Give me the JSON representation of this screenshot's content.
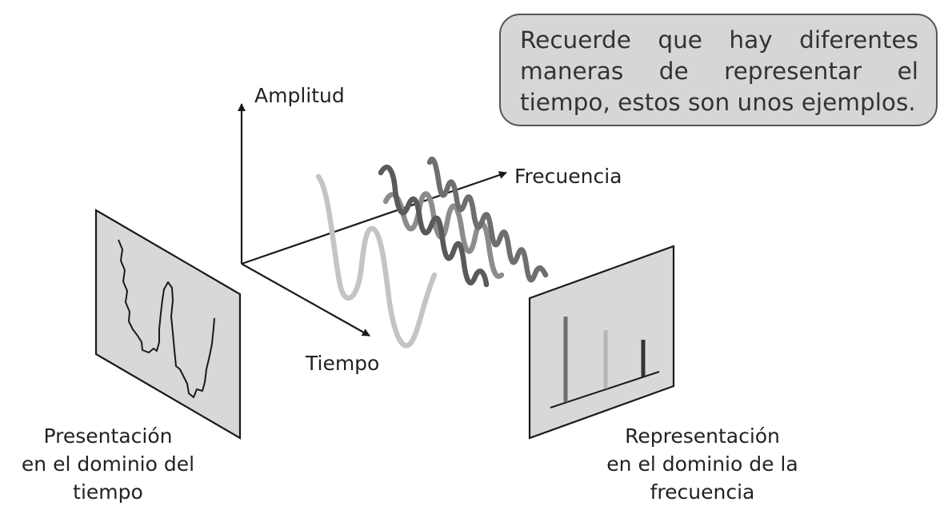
{
  "note": {
    "text": "Recuerde que hay diferentes maneras de representar el tiempo, estos son unos ejemplos."
  },
  "axes": {
    "amplitude_label": "Amplitud",
    "frequency_label": "Frecuencia",
    "time_label": "Tiempo"
  },
  "panels": {
    "time_domain_caption": [
      "Presentación",
      "en el dominio del",
      "tiempo"
    ],
    "frequency_domain_caption": [
      "Representación",
      "en el dominio de la",
      "frecuencia"
    ]
  },
  "colors": {
    "panel_fill": "#d8d8d8",
    "wave_light": "#c4c4c4",
    "wave_medium": "#8c8c8c",
    "wave_dark": "#5a5a5a",
    "axis": "#1a1a1a",
    "note_fill": "#d6d6d6"
  }
}
